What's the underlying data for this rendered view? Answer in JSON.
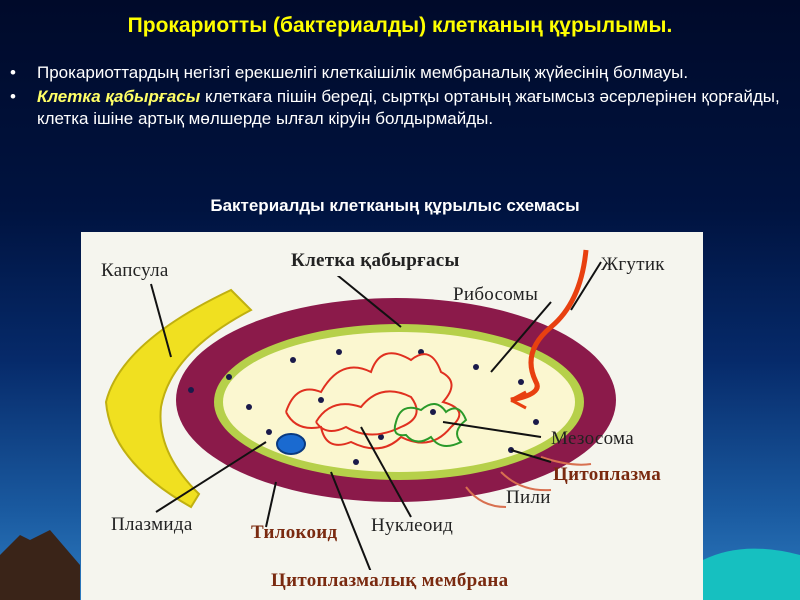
{
  "slide": {
    "title": "Прокариотты (бактериалды) клетканың құрылымы.",
    "bullets": [
      {
        "marker": "•",
        "emph": "",
        "text": " Прокариоттардың негізгі ерекшелігі клеткаішілік мембраналық жүйесінің болмауы."
      },
      {
        "marker": "•",
        "emph": "Клетка қабырғасы",
        "text": " клеткаға пішін береді,  сыртқы ортаның жағымсыз әсерлерінен қорғайды,  клетка ішіне артық мөлшерде ылғал кіруін болдырмайды."
      }
    ],
    "subtitle": "Бактериалды  клетканың құрылыс схемасы"
  },
  "diagram": {
    "labels": {
      "capsule": "Капсула",
      "cell_wall": "Клетка қабырғасы",
      "flagellum": "Жгутик",
      "ribosomes": "Рибосомы",
      "mesosome": "Мезосома",
      "cytoplasm": "Цитоплазма",
      "pili": "Пили",
      "plasmid": "Плазмида",
      "thylakoid": "Тилокоид",
      "nucleoid": "Нуклеоид",
      "cytoplasmic_membrane": "Цитоплазмалық мембрана"
    },
    "colors": {
      "capsule": "#f0e020",
      "cell_wall": "#8b1a4a",
      "cytoplasm": "#fbf7d0",
      "membrane": "#a8c83a",
      "nucleoid": "#e03020",
      "flagellum": "#e84010",
      "plasmid": "#1a6ad0",
      "ribosome": "#1a1a4a",
      "pili": "#d87050"
    }
  }
}
